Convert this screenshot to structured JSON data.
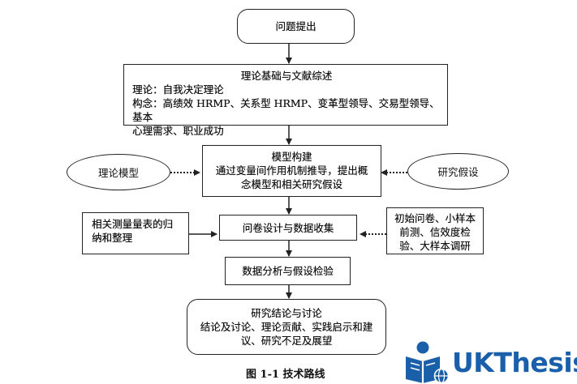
{
  "nodes": {
    "question": {
      "text": "问题提出"
    },
    "theory": {
      "title": "理论基础与文献综述",
      "line1": "理论：自我决定理论",
      "line2": "构念：高绩效 HRMP、关系型 HRMP、变革型领导、交易型领导、基本",
      "line3": "心理需求、职业成功"
    },
    "model": {
      "title": "模型构建",
      "line1": "通过变量间作用机制推导，提出概",
      "line2": "念模型和相关研究假设"
    },
    "theory_model": {
      "text": "理论模型"
    },
    "hypothesis": {
      "text": "研究假设"
    },
    "survey": {
      "text": "问卷设计与数据收集"
    },
    "scale": {
      "line1": "相关测量量表的归",
      "line2": "纳和整理"
    },
    "pretest": {
      "line1": "初始问卷、小样本",
      "line2": "前测、信效度检",
      "line3": "验、大样本调研"
    },
    "analysis": {
      "text": "数据分析与假设检验"
    },
    "conclusion": {
      "title": "研究结论与讨论",
      "line1": "结论及讨论、理论贡献、实践启示和建",
      "line2": "议、研究不足及展望"
    }
  },
  "caption": "图 1-1  技术路线",
  "logo": {
    "text": "UKThesis",
    "color": "#1a5faa",
    "icon": "reader-globe-icon"
  }
}
